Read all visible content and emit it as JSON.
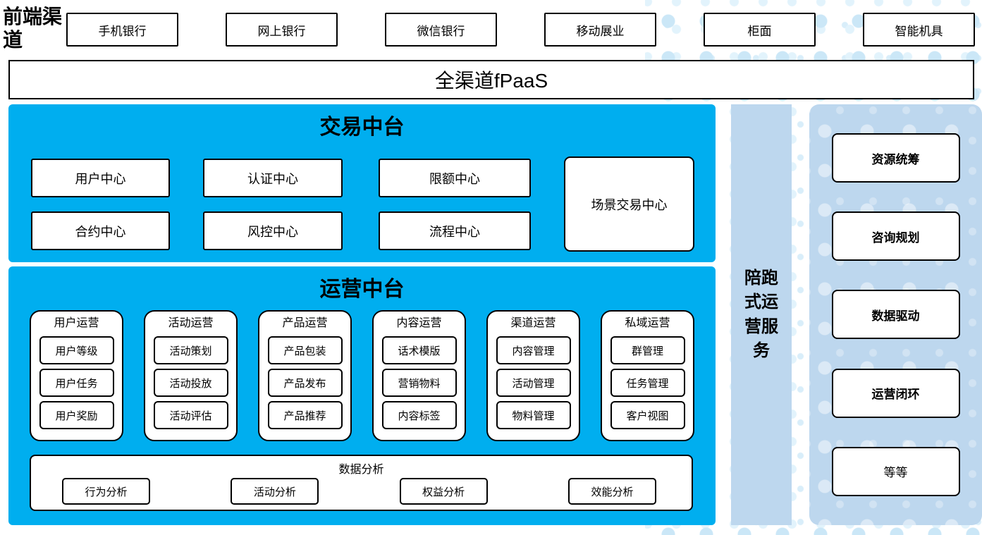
{
  "colors": {
    "primary_blue": "#00AEEF",
    "light_blue": "#BDD7EE",
    "dot_blue": "#CBE7F7"
  },
  "frontend": {
    "label": "前端渠道",
    "channels": [
      "手机银行",
      "网上银行",
      "微信银行",
      "移动展业",
      "柜面",
      "智能机具"
    ]
  },
  "fpaas": {
    "label": "全渠道fPaaS"
  },
  "transaction": {
    "title": "交易中台",
    "row1": [
      "用户中心",
      "认证中心",
      "限额中心"
    ],
    "row2": [
      "合约中心",
      "风控中心",
      "流程中心"
    ],
    "tall_box": "场景交易中心"
  },
  "operation": {
    "title": "运营中台",
    "groups": [
      {
        "header": "用户运营",
        "items": [
          "用户等级",
          "用户任务",
          "用户奖励"
        ]
      },
      {
        "header": "活动运营",
        "items": [
          "活动策划",
          "活动投放",
          "活动评估"
        ]
      },
      {
        "header": "产品运营",
        "items": [
          "产品包装",
          "产品发布",
          "产品推荐"
        ]
      },
      {
        "header": "内容运营",
        "items": [
          "话术模版",
          "营销物料",
          "内容标签"
        ]
      },
      {
        "header": "渠道运营",
        "items": [
          "内容管理",
          "活动管理",
          "物料管理"
        ]
      },
      {
        "header": "私域运营",
        "items": [
          "群管理",
          "任务管理",
          "客户视图"
        ]
      }
    ],
    "analysis": {
      "title": "数据分析",
      "items": [
        "行为分析",
        "活动分析",
        "权益分析",
        "效能分析"
      ]
    }
  },
  "side": {
    "service_label": "陪跑式运营服务",
    "items": [
      {
        "label": "资源统筹",
        "bold": true
      },
      {
        "label": "咨询规划",
        "bold": true
      },
      {
        "label": "数据驱动",
        "bold": true
      },
      {
        "label": "运营闭环",
        "bold": true
      },
      {
        "label": "等等",
        "bold": false
      }
    ]
  }
}
